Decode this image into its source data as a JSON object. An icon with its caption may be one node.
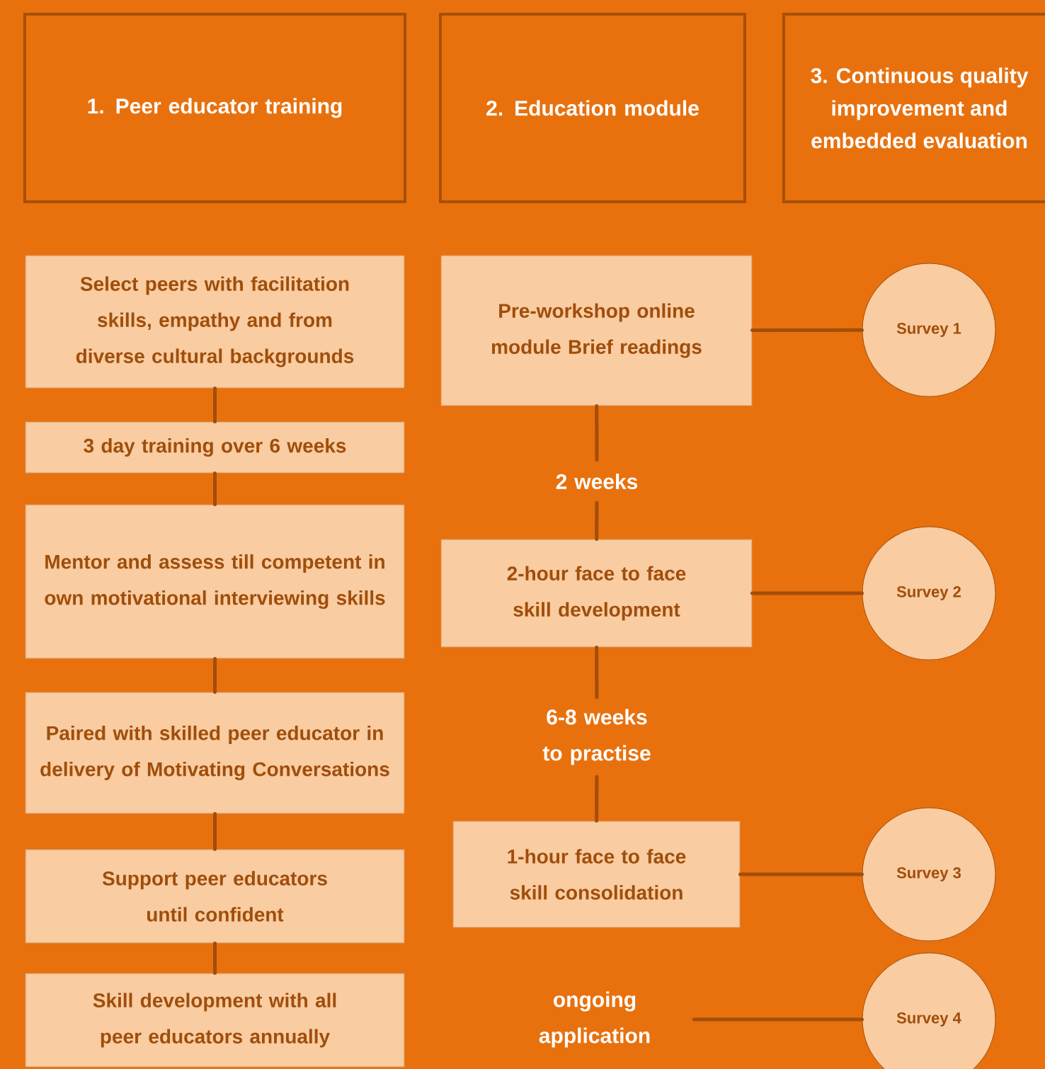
{
  "diagram": {
    "nodes": [
      {
        "text": [
          "1. Peer educator training"
        ]
      },
      {
        "text": [
          "2. Education module"
        ]
      },
      {
        "text": [
          "3. Continuous quality improvement and embedded evaluation"
        ]
      },
      {
        "text": [
          "Select peers with facilitation skills, empathy and from diverse cultural backgrounds"
        ]
      },
      {
        "text": [
          "3 day training over 6 weeks"
        ]
      },
      {
        "text": [
          "Mentor and assess till competent in own motivational interviewing skills"
        ]
      },
      {
        "text": [
          "Paired with skilled peer educator in delivery of Motivating Conversations"
        ]
      },
      {
        "text": [
          "Support peer educators until confident"
        ]
      },
      {
        "text": [
          "Skill development with all peer educators annually"
        ]
      },
      {
        "text": [
          "Pre-workshop online module Brief readings"
        ]
      },
      {
        "text": [
          "2 weeks"
        ]
      },
      {
        "text": [
          "2-hour face to face skill development"
        ]
      },
      {
        "text": [
          "6-8 weeks to practise"
        ]
      },
      {
        "text": [
          "1-hour face to face skill consolidation"
        ]
      },
      {
        "text": [
          "ongoing application"
        ]
      },
      {
        "text": [
          "Survey 1"
        ]
      },
      {
        "text": [
          "Survey 2"
        ]
      },
      {
        "text": [
          "Survey 3"
        ]
      },
      {
        "text": [
          "Survey 4"
        ]
      }
    ],
    "edges": [
      {
        "from": 3,
        "to": 4,
        "arrow": "none"
      },
      {
        "from": 4,
        "to": 5,
        "arrow": "none"
      },
      {
        "from": 5,
        "to": 6,
        "arrow": "none"
      },
      {
        "from": 6,
        "to": 7,
        "arrow": "none"
      },
      {
        "from": 7,
        "to": 8,
        "arrow": "none"
      },
      {
        "from": 9,
        "to": 10,
        "arrow": "none"
      },
      {
        "from": 10,
        "to": 11,
        "arrow": "none"
      },
      {
        "from": 11,
        "to": 12,
        "arrow": "none"
      },
      {
        "from": 12,
        "to": 13,
        "arrow": "none"
      },
      {
        "from": 9,
        "to": 15,
        "arrow": "none"
      },
      {
        "from": 11,
        "to": 16,
        "arrow": "none"
      },
      {
        "from": 13,
        "to": 17,
        "arrow": "none"
      },
      {
        "from": 14,
        "to": 18,
        "arrow": "none"
      }
    ]
  }
}
